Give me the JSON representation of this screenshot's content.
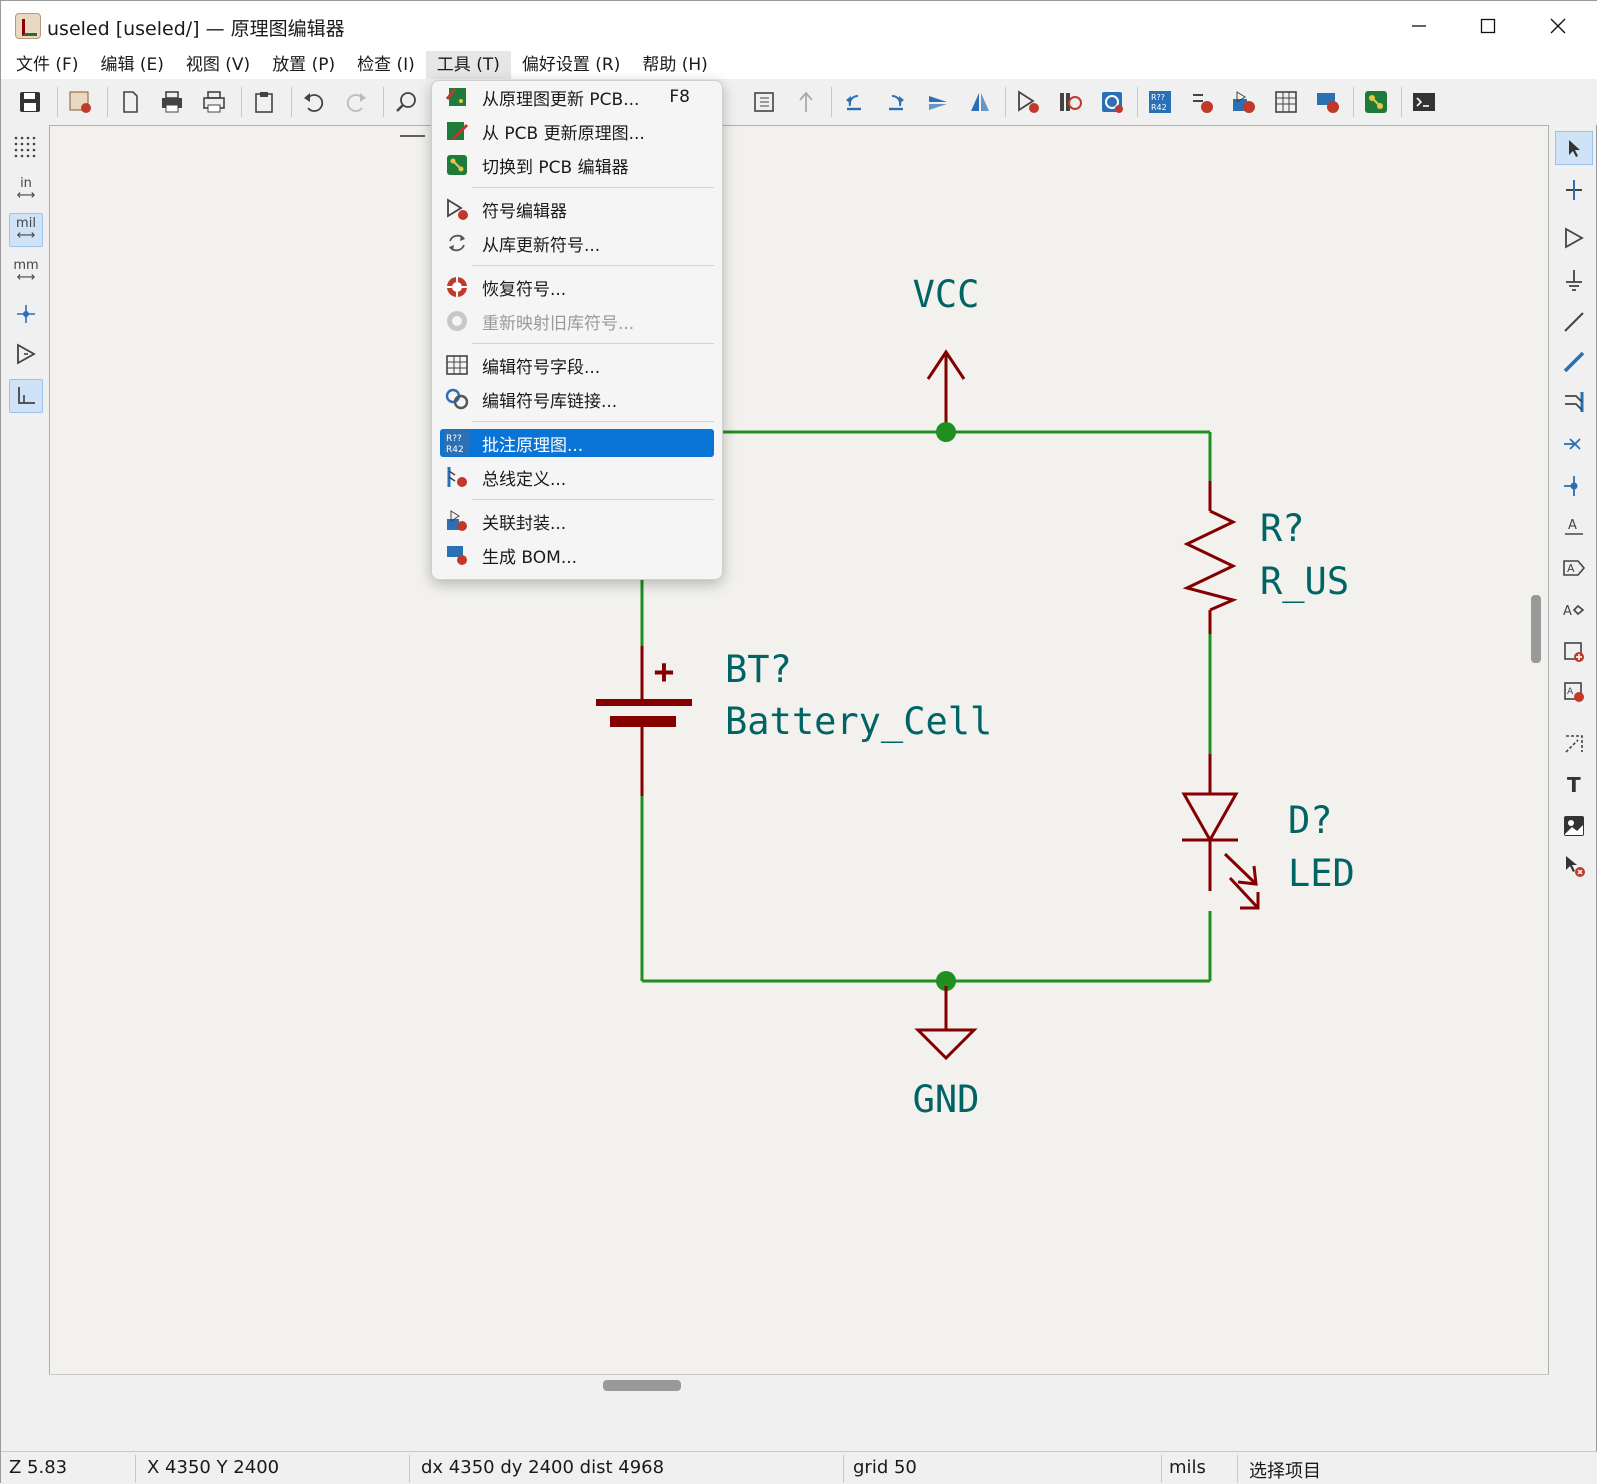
{
  "window": {
    "title": "useled [useled/] — 原理图编辑器"
  },
  "menubar": {
    "items": [
      "文件 (F)",
      "编辑 (E)",
      "视图 (V)",
      "放置 (P)",
      "检查 (I)",
      "工具 (T)",
      "偏好设置 (R)",
      "帮助 (H)"
    ],
    "open_index": 5
  },
  "tools_menu": {
    "items": [
      {
        "label": "从原理图更新 PCB...",
        "shortcut": "F8",
        "icon": "update-pcb-icon",
        "state": "enabled"
      },
      {
        "label": "从 PCB 更新原理图...",
        "shortcut": "",
        "icon": "update-schematic-icon",
        "state": "enabled"
      },
      {
        "label": "切换到 PCB 编辑器",
        "shortcut": "",
        "icon": "pcb-editor-icon",
        "state": "enabled"
      },
      {
        "label": "符号编辑器",
        "shortcut": "",
        "icon": "symbol-editor-icon",
        "state": "enabled"
      },
      {
        "label": "从库更新符号...",
        "shortcut": "",
        "icon": "refresh-icon",
        "state": "enabled"
      },
      {
        "label": "恢复符号...",
        "shortcut": "",
        "icon": "rescue-icon",
        "state": "enabled"
      },
      {
        "label": "重新映射旧库符号...",
        "shortcut": "",
        "icon": "remap-icon",
        "state": "disabled"
      },
      {
        "label": "编辑符号字段...",
        "shortcut": "",
        "icon": "table-icon",
        "state": "enabled"
      },
      {
        "label": "编辑符号库链接...",
        "shortcut": "",
        "icon": "link-icon",
        "state": "enabled"
      },
      {
        "label": "批注原理图...",
        "shortcut": "",
        "icon": "annotate-icon",
        "state": "highlighted"
      },
      {
        "label": "总线定义...",
        "shortcut": "",
        "icon": "bus-definition-icon",
        "state": "enabled"
      },
      {
        "label": "关联封装...",
        "shortcut": "",
        "icon": "footprint-assign-icon",
        "state": "enabled"
      },
      {
        "label": "生成 BOM...",
        "shortcut": "",
        "icon": "bom-icon",
        "state": "enabled"
      }
    ]
  },
  "schematic": {
    "power_top": "VCC",
    "power_bottom": "GND",
    "battery": {
      "ref": "BT?",
      "value": "Battery_Cell",
      "polarity": "+"
    },
    "resistor": {
      "ref": "R?",
      "value": "R_US"
    },
    "led": {
      "ref": "D?",
      "value": "LED"
    },
    "colors": {
      "wire": "#1f8f1f",
      "component": "#840000",
      "text": "#006464",
      "junction": "#1f8f1f",
      "background": "#f2f1ed"
    }
  },
  "left_toolbar": {
    "units": [
      "in",
      "mil",
      "mm"
    ],
    "active_unit": "mil"
  },
  "statusbar": {
    "zoom": "Z 5.83",
    "position": "X 4350  Y 2400",
    "delta": "dx 4350  dy 2400  dist 4968",
    "grid": "grid 50",
    "units": "mils",
    "mode": "选择项目"
  }
}
